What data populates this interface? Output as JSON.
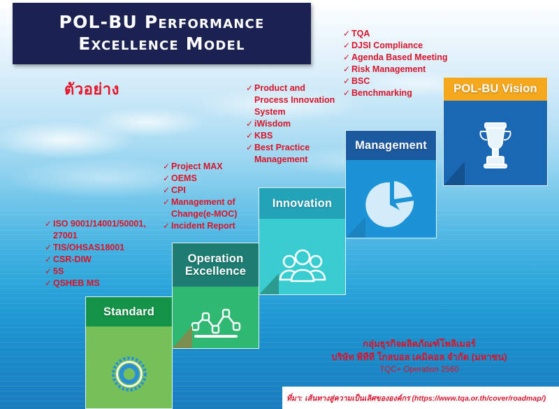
{
  "title": {
    "line1": "POL-BU Performance",
    "line2": "Excellence Model"
  },
  "sample_label": "ตัวอย่าง",
  "colors": {
    "banner_navy": "#1b2252",
    "bullet_red": "#d8142b",
    "standard_head": "#149247",
    "standard_body": "#76c05a",
    "operation_head": "#1d7d72",
    "operation_body": "#2eb872",
    "innovation_head": "#23a3b8",
    "innovation_body": "#39cdd2",
    "management_head": "#1c5aa0",
    "management_body": "#1c93d6",
    "vision_head": "#f4a81d",
    "vision_body": "#1a67b3"
  },
  "steps": [
    {
      "key": "standard",
      "label": "Standard",
      "icon": "gear-icon"
    },
    {
      "key": "operation",
      "label": "Operation\nExcellence",
      "icon": "line-chart-icon"
    },
    {
      "key": "innovation",
      "label": "Innovation",
      "icon": "people-group-icon"
    },
    {
      "key": "management",
      "label": "Management",
      "icon": "pie-chart-icon"
    },
    {
      "key": "vision",
      "label": "POL-BU Vision",
      "icon": "trophy-icon"
    }
  ],
  "bullet_groups": {
    "standard": [
      "ISO 9001/14001/50001,\n27001",
      "TIS/OHSAS18001",
      "CSR-DIW",
      "5S",
      "QSHEB MS"
    ],
    "operation": [
      "Project MAX",
      "OEMS",
      "CPI",
      "Management of\nChange(e-MOC)",
      "Incident Report"
    ],
    "innovation": [
      "Product and\nProcess Innovation\nSystem",
      "iWisdom",
      "KBS",
      "Best Practice\nManagement"
    ],
    "management": [
      "TQA",
      "DJSI Compliance",
      "Agenda Based Meeting",
      "Risk Management",
      "BSC",
      "Benchmarking"
    ]
  },
  "bullet_marker": "✓",
  "footer": {
    "line1": "กลุ่มธุรกิจผลิตภัณฑ์โพลิเมอร์",
    "line2": "บริษัท พีทีที โกลบอล เคมิคอล จำกัด (มหาชน)",
    "line3": "TQC+ Operation 2560",
    "source": "ที่มา: เส้นทางสู่ความเป็นเลิศขององค์กร (https://www.tqa.or.th/cover/roadmap/)"
  }
}
